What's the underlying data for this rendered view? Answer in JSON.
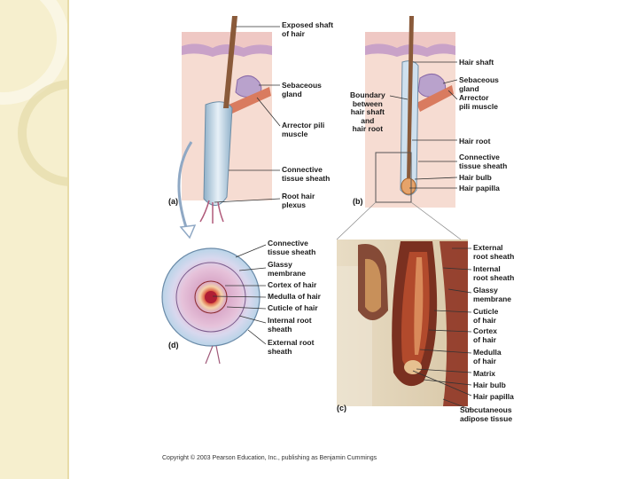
{
  "panels": {
    "a": {
      "tag": "(a)",
      "labels": [
        "Exposed shaft\nof hair",
        "Sebaceous\ngland",
        "Arrector pili\nmuscle",
        "Connective\ntissue sheath",
        "Root hair\nplexus"
      ]
    },
    "b": {
      "tag": "(b)",
      "left_label": "Boundary\nbetween\nhair shaft\nand\nhair root",
      "labels": [
        "Hair shaft",
        "Sebaceous\ngland",
        "Arrector\npili muscle",
        "Hair root",
        "Connective\ntissue sheath",
        "Hair bulb",
        "Hair papilla"
      ]
    },
    "d": {
      "tag": "(d)",
      "labels": [
        "Connective\ntissue sheath",
        "Glassy\nmembrane",
        "Cortex of hair",
        "Medulla of hair",
        "Cuticle of hair",
        "Internal root\nsheath",
        "External root\nsheath"
      ]
    },
    "c": {
      "tag": "(c)",
      "labels": [
        "External\nroot sheath",
        "Internal\nroot sheath",
        "Glassy\nmembrane",
        "Cuticle\nof hair",
        "Cortex\nof hair",
        "Medulla\nof hair",
        "Matrix",
        "Hair bulb",
        "Hair papilla",
        "Subcutaneous\nadipose tissue"
      ]
    }
  },
  "copyright": "Copyright © 2003 Pearson Education, Inc., publishing as Benjamin Cummings"
}
